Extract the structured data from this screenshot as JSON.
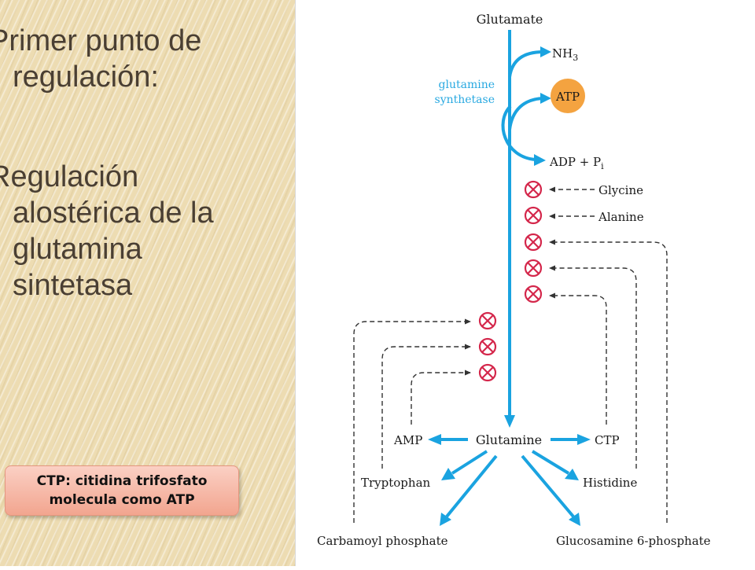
{
  "slide": {
    "heading_1": [
      "Primer punto de",
      "regulación:"
    ],
    "heading_2": [
      "Regulación",
      "alostérica de la",
      "glutamina",
      "sintetasa"
    ],
    "callout": [
      "CTP: citidina trifosfato",
      "molecula como ATP"
    ]
  },
  "diagram": {
    "substrate": "Glutamate",
    "enzyme": [
      "glutamine",
      "synthetase"
    ],
    "nh3": "NH",
    "nh3_sub": "3",
    "atp": "ATP",
    "adp": "ADP + P",
    "adp_sub": "i",
    "product": "Glutamine",
    "inhibitors": [
      "Glycine",
      "Alanine"
    ],
    "end_products": {
      "amp": "AMP",
      "ctp": "CTP",
      "tryptophan": "Tryptophan",
      "histidine": "Histidine",
      "carbamoyl": "Carbamoyl phosphate",
      "glucosamine": "Glucosamine 6-phosphate"
    },
    "colors": {
      "pathway": "#1aa3e0",
      "inhibition": "#d4274b",
      "atp": "#f4a340",
      "enzyme": "#29a9e1"
    }
  }
}
